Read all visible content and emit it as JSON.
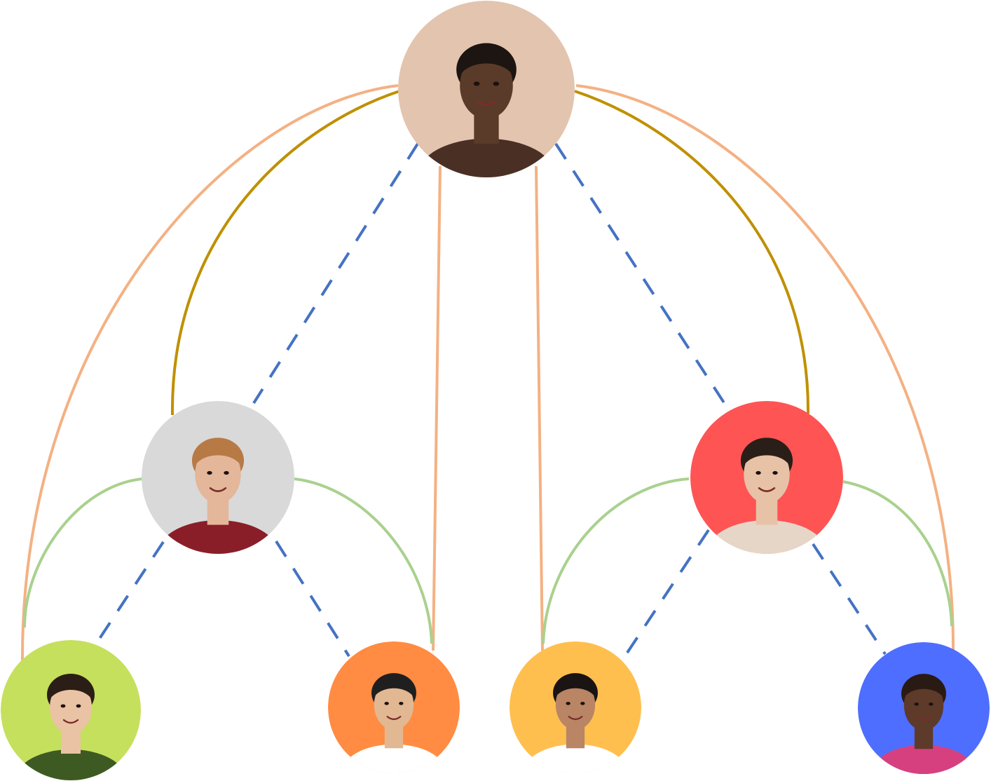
{
  "colors": {
    "dashed_link": "#4472C4",
    "peach_arc": "#F4B183",
    "gold_arc": "#BF9000",
    "green_arc": "#A9D18E"
  },
  "nodes": [
    {
      "id": "top",
      "name": "avatar-top-man-brown-shirt",
      "bg": "#E3C4AE",
      "skin": "#5A3A28",
      "hair": "#1C1512",
      "shirt": "#4A3024"
    },
    {
      "id": "ml",
      "name": "avatar-mid-left-man-red-shirt",
      "bg": "#D9D9D9",
      "skin": "#E4B79A",
      "hair": "#B77A45",
      "shirt": "#8A1E28"
    },
    {
      "id": "mr",
      "name": "avatar-mid-right-woman-beige-blazer",
      "bg": "#FF5454",
      "skin": "#E8C2A6",
      "hair": "#2A1E18",
      "shirt": "#E6D6C8"
    },
    {
      "id": "b1",
      "name": "avatar-bottom-woman-green-shirt",
      "bg": "#C5E05C",
      "skin": "#E9C3A3",
      "hair": "#2B1E17",
      "shirt": "#3E5A23"
    },
    {
      "id": "b2",
      "name": "avatar-bottom-man-white-shirt-orange",
      "bg": "#FF8C42",
      "skin": "#E2B893",
      "hair": "#1F1F1F",
      "shirt": "#FFFFFF"
    },
    {
      "id": "b3",
      "name": "avatar-bottom-man-white-tee-yellow",
      "bg": "#FFBF4F",
      "skin": "#B98565",
      "hair": "#1A1412",
      "shirt": "#FFFFFF"
    },
    {
      "id": "b4",
      "name": "avatar-bottom-woman-pink-top",
      "bg": "#4E6EFF",
      "skin": "#5E3A2A",
      "hair": "#2A1A14",
      "shirt": "#D6407E"
    }
  ],
  "edges": [
    {
      "from": "top",
      "to": "ml",
      "style": "dashed",
      "color": "dashed_link"
    },
    {
      "from": "top",
      "to": "mr",
      "style": "dashed",
      "color": "dashed_link"
    },
    {
      "from": "ml",
      "to": "b1",
      "style": "dashed",
      "color": "dashed_link"
    },
    {
      "from": "ml",
      "to": "b2",
      "style": "dashed",
      "color": "dashed_link"
    },
    {
      "from": "mr",
      "to": "b3",
      "style": "dashed",
      "color": "dashed_link"
    },
    {
      "from": "mr",
      "to": "b4",
      "style": "dashed",
      "color": "dashed_link"
    },
    {
      "from": "top",
      "to": "ml",
      "style": "arc",
      "color": "gold_arc"
    },
    {
      "from": "top",
      "to": "mr",
      "style": "arc",
      "color": "gold_arc"
    },
    {
      "from": "top",
      "to": "b1",
      "style": "arc",
      "color": "peach_arc"
    },
    {
      "from": "top",
      "to": "b4",
      "style": "arc",
      "color": "peach_arc"
    },
    {
      "from": "top",
      "to": "b2",
      "style": "straight",
      "color": "peach_arc"
    },
    {
      "from": "top",
      "to": "b3",
      "style": "straight",
      "color": "peach_arc"
    },
    {
      "from": "ml",
      "to": "b1",
      "style": "arc",
      "color": "green_arc"
    },
    {
      "from": "ml",
      "to": "b2",
      "style": "arc",
      "color": "green_arc"
    },
    {
      "from": "mr",
      "to": "b3",
      "style": "arc",
      "color": "green_arc"
    },
    {
      "from": "mr",
      "to": "b4",
      "style": "arc",
      "color": "green_arc"
    }
  ]
}
